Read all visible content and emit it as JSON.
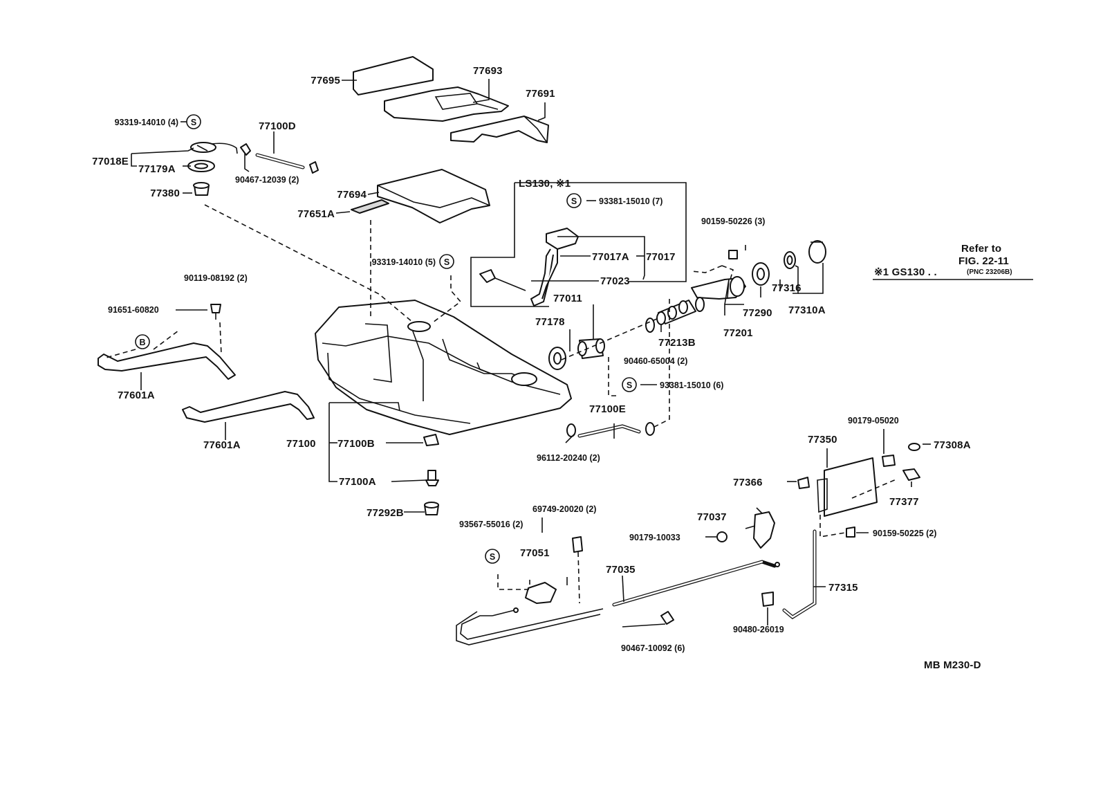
{
  "labels": {
    "p77695": "77695",
    "p77693": "77693",
    "p77691": "77691",
    "p93319_14010_4": "93319-14010 (4)",
    "p77100D": "77100D",
    "p77018E": "77018E",
    "p77179A": "77179A",
    "p90467_12039": "90467-12039 (2)",
    "p77380": "77380",
    "p77694": "77694",
    "p77651A": "77651A",
    "ls130": "LS130, ※1",
    "p93381_15010_7": "93381-15010 (7)",
    "p77017A": "77017A",
    "p77017": "77017",
    "p77023": "77023",
    "p93319_14010_5": "93319-14010 (5)",
    "p90119_08192": "90119-08192 (2)",
    "p91651_60820": "91651-60820",
    "p90159_50226": "90159-50226 (3)",
    "p77316": "77316",
    "p77290": "77290",
    "p77310A": "77310A",
    "p77201": "77201",
    "p77011": "77011",
    "p77178": "77178",
    "p77213B": "77213B",
    "p90460_65004": "90460-65004 (2)",
    "p93381_15010_6": "93381-15010 (6)",
    "p77601A_1": "77601A",
    "p77601A_2": "77601A",
    "p77100E": "77100E",
    "p96112_20240": "96112-20240 (2)",
    "p77100": "77100",
    "p77100B": "77100B",
    "p77100A": "77100A",
    "p77292B": "77292B",
    "p90179_05020": "90179-05020",
    "p77350": "77350",
    "p77308A": "77308A",
    "p77366": "77366",
    "p77377": "77377",
    "p69749_20020": "69749-20020 (2)",
    "p93567_55016": "93567-55016 (2)",
    "p77051": "77051",
    "p77037": "77037",
    "p90179_10033": "90179-10033",
    "p90159_50225": "90159-50225 (2)",
    "p77035": "77035",
    "p77315": "77315",
    "p90480_26019": "90480-26019",
    "p90467_10092": "90467-10092 (6)",
    "mb_code": "MB M230-D",
    "s_symbol": "S",
    "b_symbol": "B"
  },
  "reference_note": {
    "line1": "Refer to",
    "line2": "FIG. 22-11",
    "line3_prefix": "※1 GS130 . .",
    "line3_pnc": "(PNC 23206B)"
  }
}
